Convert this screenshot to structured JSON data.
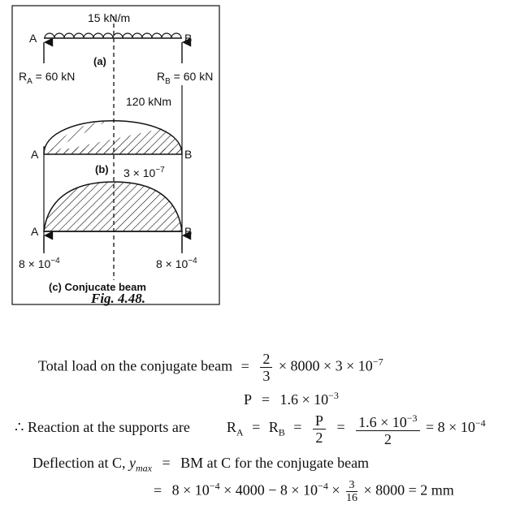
{
  "figure": {
    "load_label": "15 kN/m",
    "a": "A",
    "b": "B",
    "r": "R",
    "sub_a": "A",
    "sub_b": "B",
    "ra_value": " = 60 kN",
    "rb_value": " = 60 kN",
    "part_a": "(a)",
    "bm_max": "120 kNm",
    "part_b": "(b)",
    "mei_max": "3 × 10",
    "mei_exp": "−7",
    "left_react": "8 × 10",
    "left_exp": "−4",
    "right_react": "8 × 10",
    "right_exp": "−4",
    "part_c": "(c) Conjucate beam"
  },
  "caption": "Fig. 4.48.",
  "eq1": {
    "lhs": "Total load on the conjugate beam",
    "eq": "=",
    "num": "2",
    "den": "3",
    "rest": "× 8000 × 3 × 10",
    "exp": "−7"
  },
  "eq2": {
    "lhs": "P",
    "eq": "=",
    "val": "1.6 × 10",
    "exp": "−3"
  },
  "eq3": {
    "therefore": "∴",
    "text": "Reaction at the supports are",
    "ra": "R",
    "sub_a": "A",
    "eq1": "=",
    "rb": "R",
    "sub_b": "B",
    "eq2": "=",
    "pnum": "P",
    "pden": "2",
    "eq3": "=",
    "fnum": "1.6 × 10",
    "fnum_exp": "−3",
    "fden": "2",
    "result": "= 8 × 10",
    "result_exp": "−4"
  },
  "eq4": {
    "lhs": "Deflection at C,",
    "y": "y",
    "ysub": "max",
    "eq": "=",
    "rhs": "BM at C for the conjugate beam"
  },
  "eq5": {
    "eq": "=",
    "part1": "8 × 10",
    "exp1": "−4",
    "part2": "× 4000 − 8 × 10",
    "exp2": "−4",
    "part3": "×",
    "num": "3",
    "den": "16",
    "part4": "× 8000 = 2 mm"
  }
}
